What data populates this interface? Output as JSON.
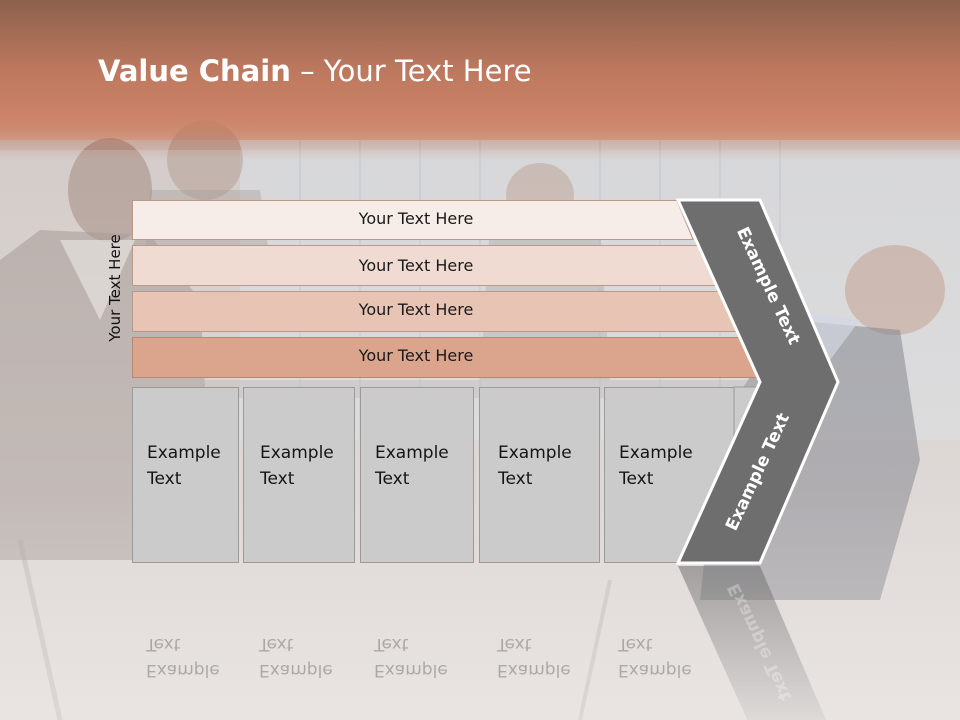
{
  "title": {
    "bold": "Value Chain",
    "rest": " – Your Text Here"
  },
  "side_label": "Your Text Here",
  "bars": [
    {
      "label": "Your Text Here",
      "fill": "#f6ece8"
    },
    {
      "label": "Your Text Here",
      "fill": "#f0dbd2"
    },
    {
      "label": "Your Text Here",
      "fill": "#e8c4b4"
    },
    {
      "label": "Your Text Here",
      "fill": "#dba48c"
    }
  ],
  "columns": [
    {
      "line1": "Example",
      "line2": "Text"
    },
    {
      "line1": "Example",
      "line2": "Text"
    },
    {
      "line1": "Example",
      "line2": "Text"
    },
    {
      "line1": "Example",
      "line2": "Text"
    },
    {
      "line1": "Example",
      "line2": "Text"
    }
  ],
  "chevron": {
    "upper_label": "Example Text",
    "lower_label": "Example Text",
    "color": "#6e6e6e"
  },
  "colors": {
    "title_band": "#c2846a",
    "column_fill": "#cbcbcb"
  }
}
